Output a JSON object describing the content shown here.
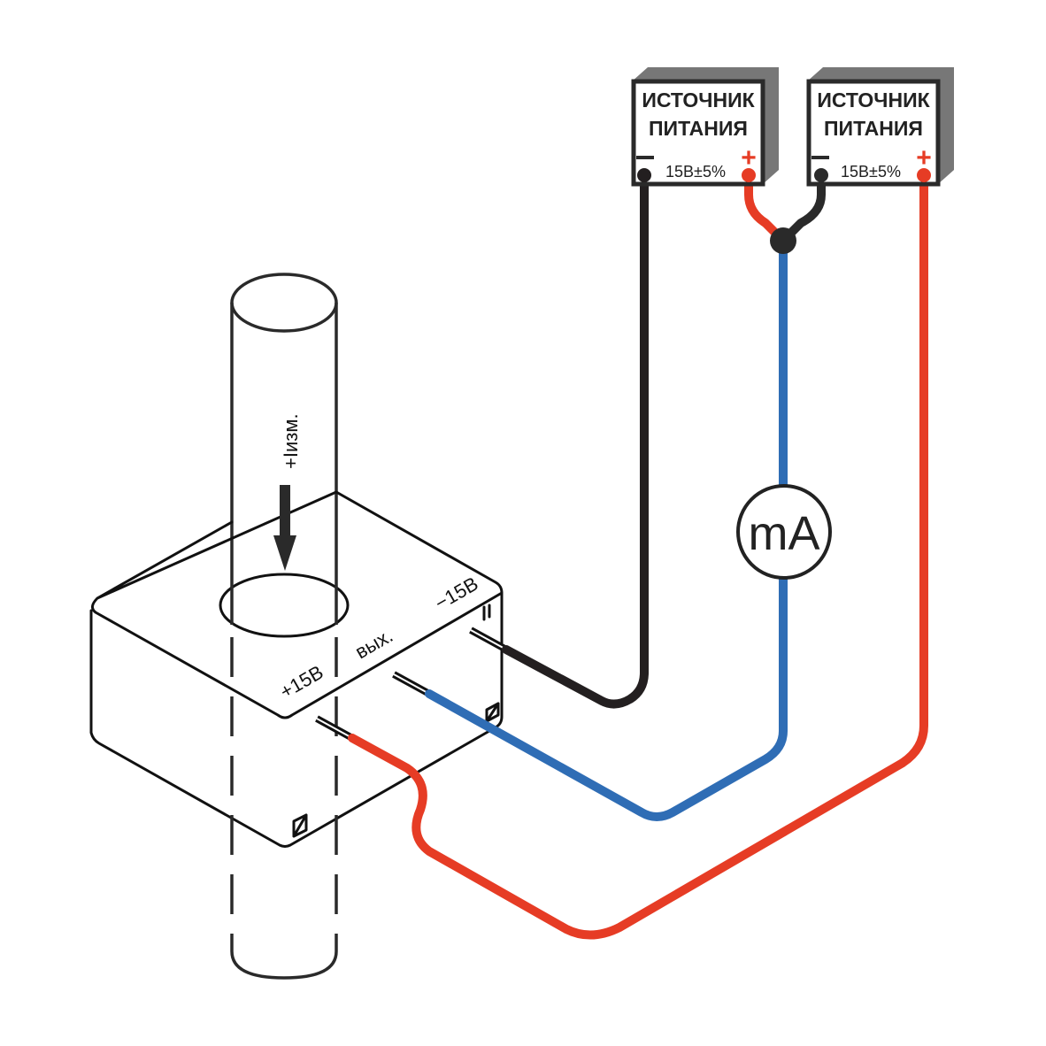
{
  "current_label": "+Iизм.",
  "sensor": {
    "pin_plus": "+15В",
    "pin_out": "вых.",
    "pin_minus": "−15В"
  },
  "power_supplies": [
    {
      "title_line1": "ИСТОЧНИК",
      "title_line2": "ПИТАНИЯ",
      "voltage": "15В±5%",
      "minus": "−",
      "plus": "+"
    },
    {
      "title_line1": "ИСТОЧНИК",
      "title_line2": "ПИТАНИЯ",
      "voltage": "15В±5%",
      "minus": "−",
      "plus": "+"
    }
  ],
  "meter": {
    "label": "mA"
  },
  "colors": {
    "red": "#e63c25",
    "blue": "#2f6db5",
    "black": "#231f20",
    "supply_shadow": "#777777"
  }
}
